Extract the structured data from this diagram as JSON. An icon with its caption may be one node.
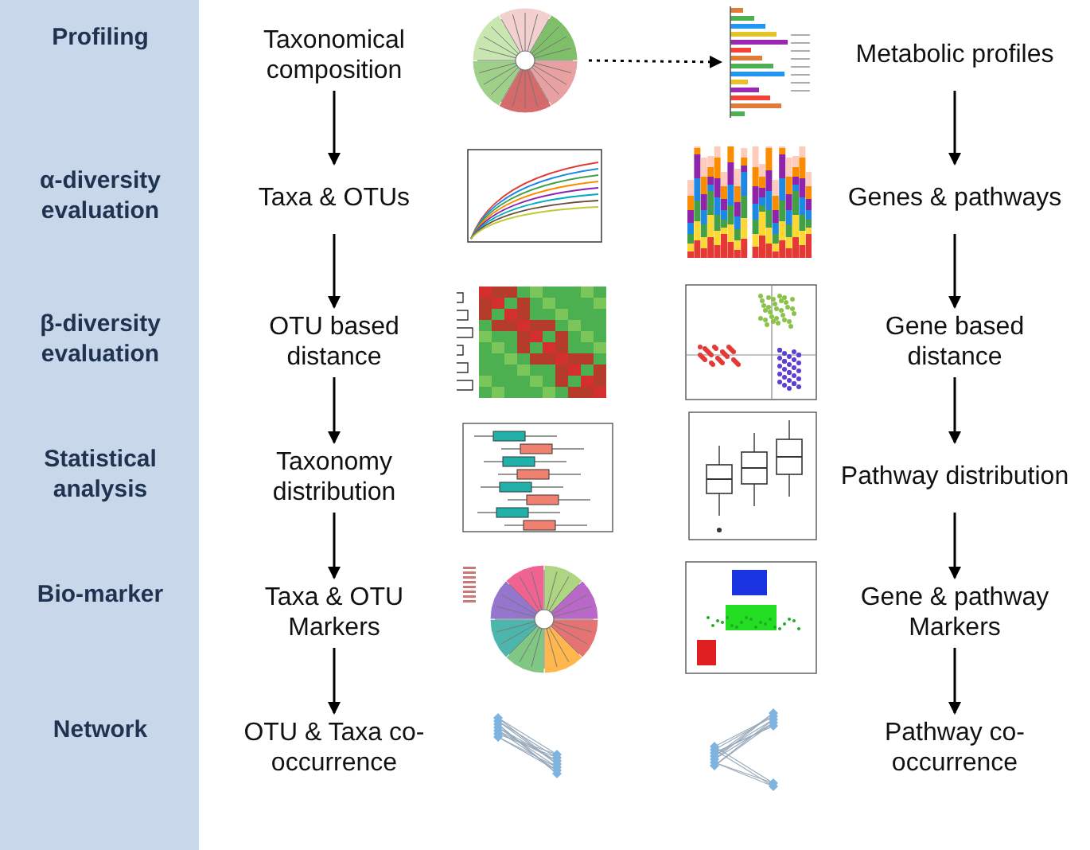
{
  "diagram": {
    "nodes": [
      {
        "text": [
          "Profiling",
          "α-diversity evaluation",
          "β-diversity evaluation",
          "Statistical analysis",
          "Bio-marker",
          "Network"
        ]
      },
      {
        "text": [
          "Taxonomical composition"
        ]
      },
      {
        "text": [
          "Taxa & OTUs"
        ]
      },
      {
        "text": [
          "OTU based distance"
        ]
      },
      {
        "text": [
          "Taxonomy distribution"
        ]
      },
      {
        "text": [
          "Taxa & OTU Markers"
        ]
      },
      {
        "text": [
          "OTU & Taxa co-occurrence"
        ]
      },
      {
        "text": [
          "Metabolic profiles"
        ]
      },
      {
        "text": [
          "Genes & pathways"
        ]
      },
      {
        "text": [
          "Gene based distance"
        ]
      },
      {
        "text": [
          "Pathway distribution"
        ]
      },
      {
        "text": [
          "Gene & pathway Markers"
        ]
      },
      {
        "text": [
          "Pathway co-occurrence"
        ]
      },
      {
        "text": [],
        "shape": "picture"
      },
      {
        "text": [],
        "shape": "picture"
      }
    ],
    "edges": [
      {
        "from": 1,
        "to": 2,
        "arrow": "to"
      },
      {
        "from": 2,
        "to": 3,
        "arrow": "to"
      },
      {
        "from": 3,
        "to": 4,
        "arrow": "to"
      },
      {
        "from": 4,
        "to": 5,
        "arrow": "to"
      },
      {
        "from": 5,
        "to": 6,
        "arrow": "to"
      },
      {
        "from": 7,
        "to": 8,
        "arrow": "to"
      },
      {
        "from": 8,
        "to": 9,
        "arrow": "to"
      },
      {
        "from": 9,
        "to": 10,
        "arrow": "to"
      },
      {
        "from": 10,
        "to": 11,
        "arrow": "to"
      },
      {
        "from": 11,
        "to": 12,
        "arrow": "to"
      },
      {
        "from": 13,
        "to": 14,
        "arrow": "to",
        "style": "dashed"
      }
    ]
  }
}
